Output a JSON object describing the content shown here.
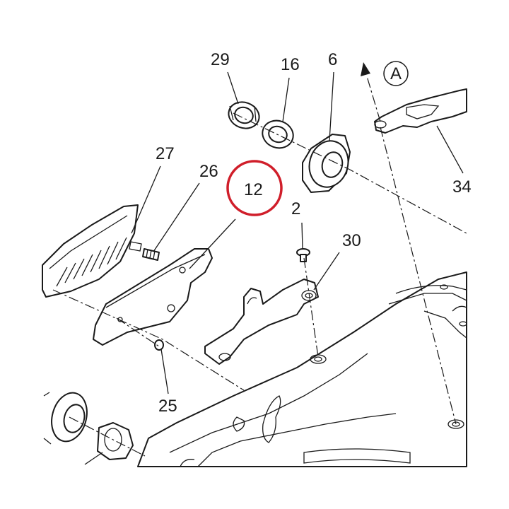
{
  "diagram": {
    "labels": {
      "p29": "29",
      "p16": "16",
      "p6": "6",
      "pA": "A",
      "p34": "34",
      "p27": "27",
      "p26": "26",
      "p12": "12",
      "p2": "2",
      "p30": "30",
      "p25": "25"
    },
    "highlight_color": "#d01e2a",
    "line_color": "#1a1a1a"
  }
}
